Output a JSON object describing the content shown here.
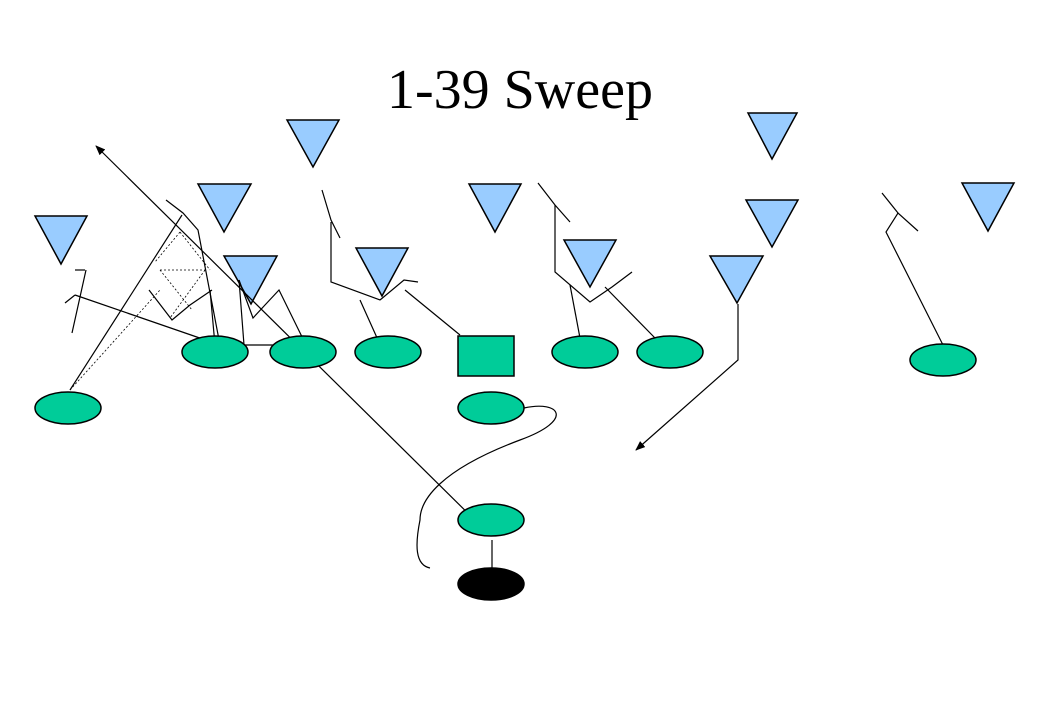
{
  "title": "1-39 Sweep",
  "colors": {
    "offense_fill": "#00cc99",
    "defense_fill": "#99ccff",
    "ball_carrier_fill": "#000000",
    "stroke": "#000000",
    "background": "#ffffff"
  },
  "legend": {
    "offense_player_shape": "ellipse",
    "center_shape": "square",
    "defense_player_shape": "inverted-triangle",
    "tailback_marker": "black-ellipse"
  },
  "counts": {
    "offense_players": 11,
    "defense_players": 11
  }
}
